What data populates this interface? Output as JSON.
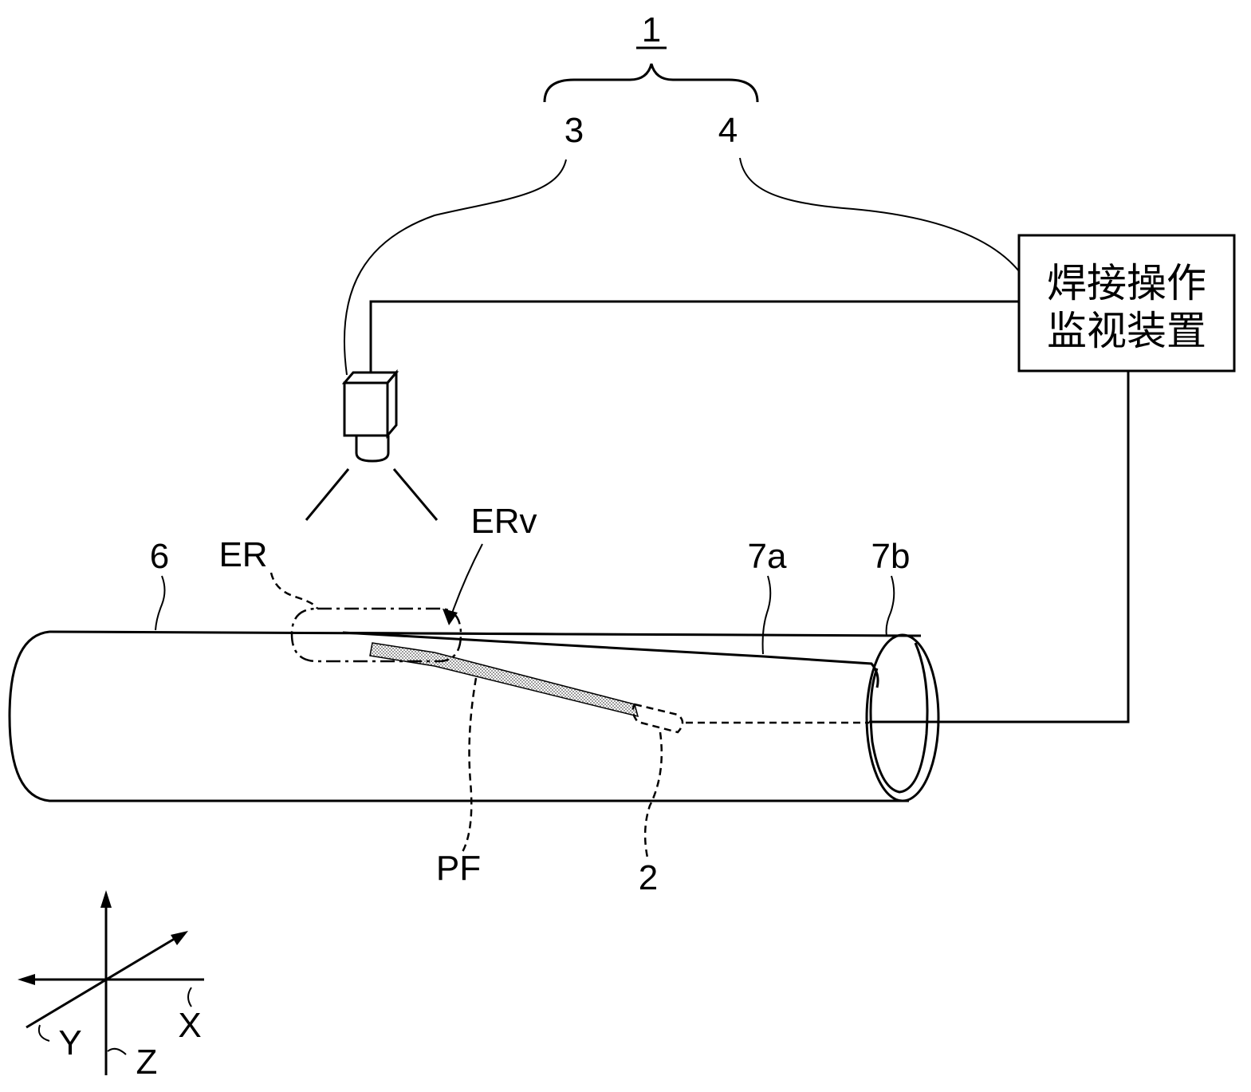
{
  "labels": {
    "system": "1",
    "camera_ref": "3",
    "monitor_ref": "4",
    "pipe": "6",
    "edge_a": "7a",
    "edge_b": "7b",
    "region": "ER",
    "region_v": "ERv",
    "pf": "PF",
    "torch": "2"
  },
  "monitor": {
    "line1": "焊接操作",
    "line2": "监视装置"
  },
  "axes": {
    "x": "X",
    "y": "Y",
    "z": "Z"
  }
}
